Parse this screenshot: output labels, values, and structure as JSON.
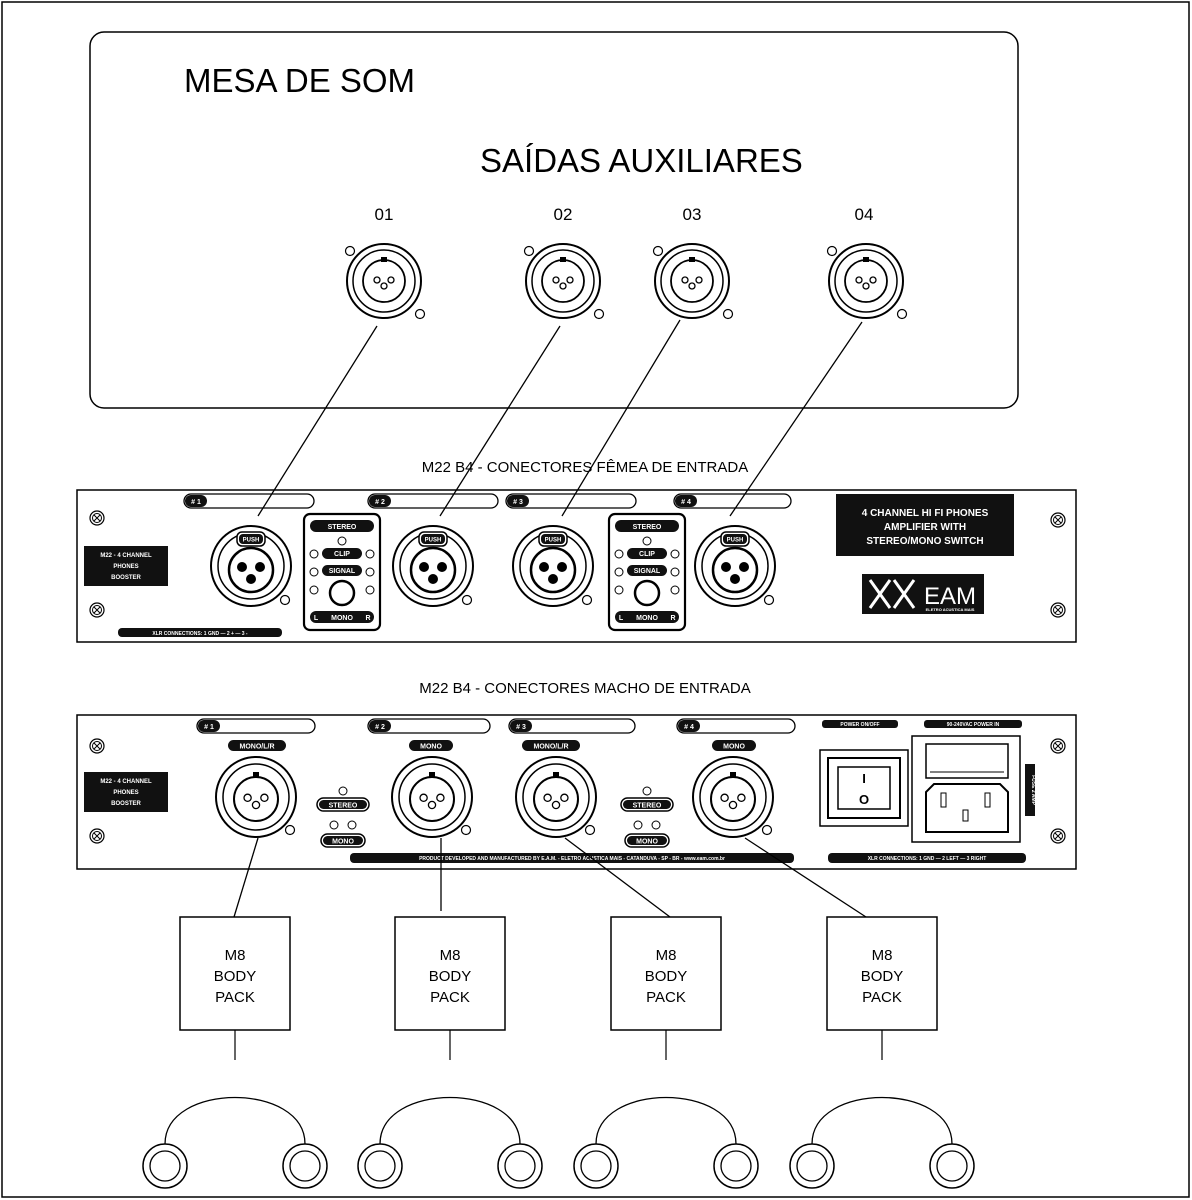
{
  "console": {
    "title": "MESA DE SOM",
    "subtitle": "SAÍDAS AUXILIARES",
    "outputs": [
      "01",
      "02",
      "03",
      "04"
    ]
  },
  "unit_female": {
    "caption": "M22 B4 - CONECTORES FÊMEA DE ENTRADA",
    "model_badge": [
      "M22 - 4 CHANNEL",
      "PHONES",
      "BOOSTER"
    ],
    "channel_tags": [
      "# 1",
      "# 2",
      "# 3",
      "# 4"
    ],
    "push_label": "PUSH",
    "control_labels": {
      "stereo": "STEREO",
      "clip": "CLIP",
      "signal": "SIGNAL",
      "mono": "MONO",
      "left": "L",
      "right": "R"
    },
    "info_box": [
      "4 CHANNEL HI FI PHONES",
      "AMPLIFIER WITH",
      "STEREO/MONO SWITCH"
    ],
    "brand": "EAM",
    "brand_sub": "ELETRO ACUSTICA MAIS",
    "bottom_label": "XLR CONNECTIONS: 1 GND — 2 + — 3 -"
  },
  "unit_male": {
    "caption": "M22 B4 - CONECTORES MACHO DE ENTRADA",
    "model_badge": [
      "M22 - 4 CHANNEL",
      "PHONES",
      "BOOSTER"
    ],
    "channel_tags": [
      "# 1",
      "# 2",
      "# 3",
      "# 4"
    ],
    "channel_modes": [
      "MONO/L/R",
      "MONO",
      "MONO/L/R",
      "MONO"
    ],
    "stereo_label": "STEREO",
    "mono_label": "MONO",
    "power_label": "POWER ON/OFF",
    "ac_label": "90-240VAC POWER IN",
    "switch_on": "I",
    "switch_off": "O",
    "fuse_label": "FUSE 2 AMP",
    "footer_left": "PRODUCT DEVELOPED AND MANUFACTURED BY E.A.M. - ELETRO ACUSTICA MAIS - CATANDUVA - SP - BR - www.eam.com.br",
    "footer_right": "XLR CONNECTIONS: 1 GND — 2 LEFT — 3 RIGHT"
  },
  "bodypacks": [
    {
      "lines": [
        "M8",
        "BODY",
        "PACK"
      ]
    },
    {
      "lines": [
        "M8",
        "BODY",
        "PACK"
      ]
    },
    {
      "lines": [
        "M8",
        "BODY",
        "PACK"
      ]
    },
    {
      "lines": [
        "M8",
        "BODY",
        "PACK"
      ]
    }
  ],
  "icons": [
    "xlr-female-icon",
    "xlr-male-icon",
    "screw-icon",
    "power-switch-icon",
    "iec-socket-icon",
    "headphone-icon"
  ]
}
